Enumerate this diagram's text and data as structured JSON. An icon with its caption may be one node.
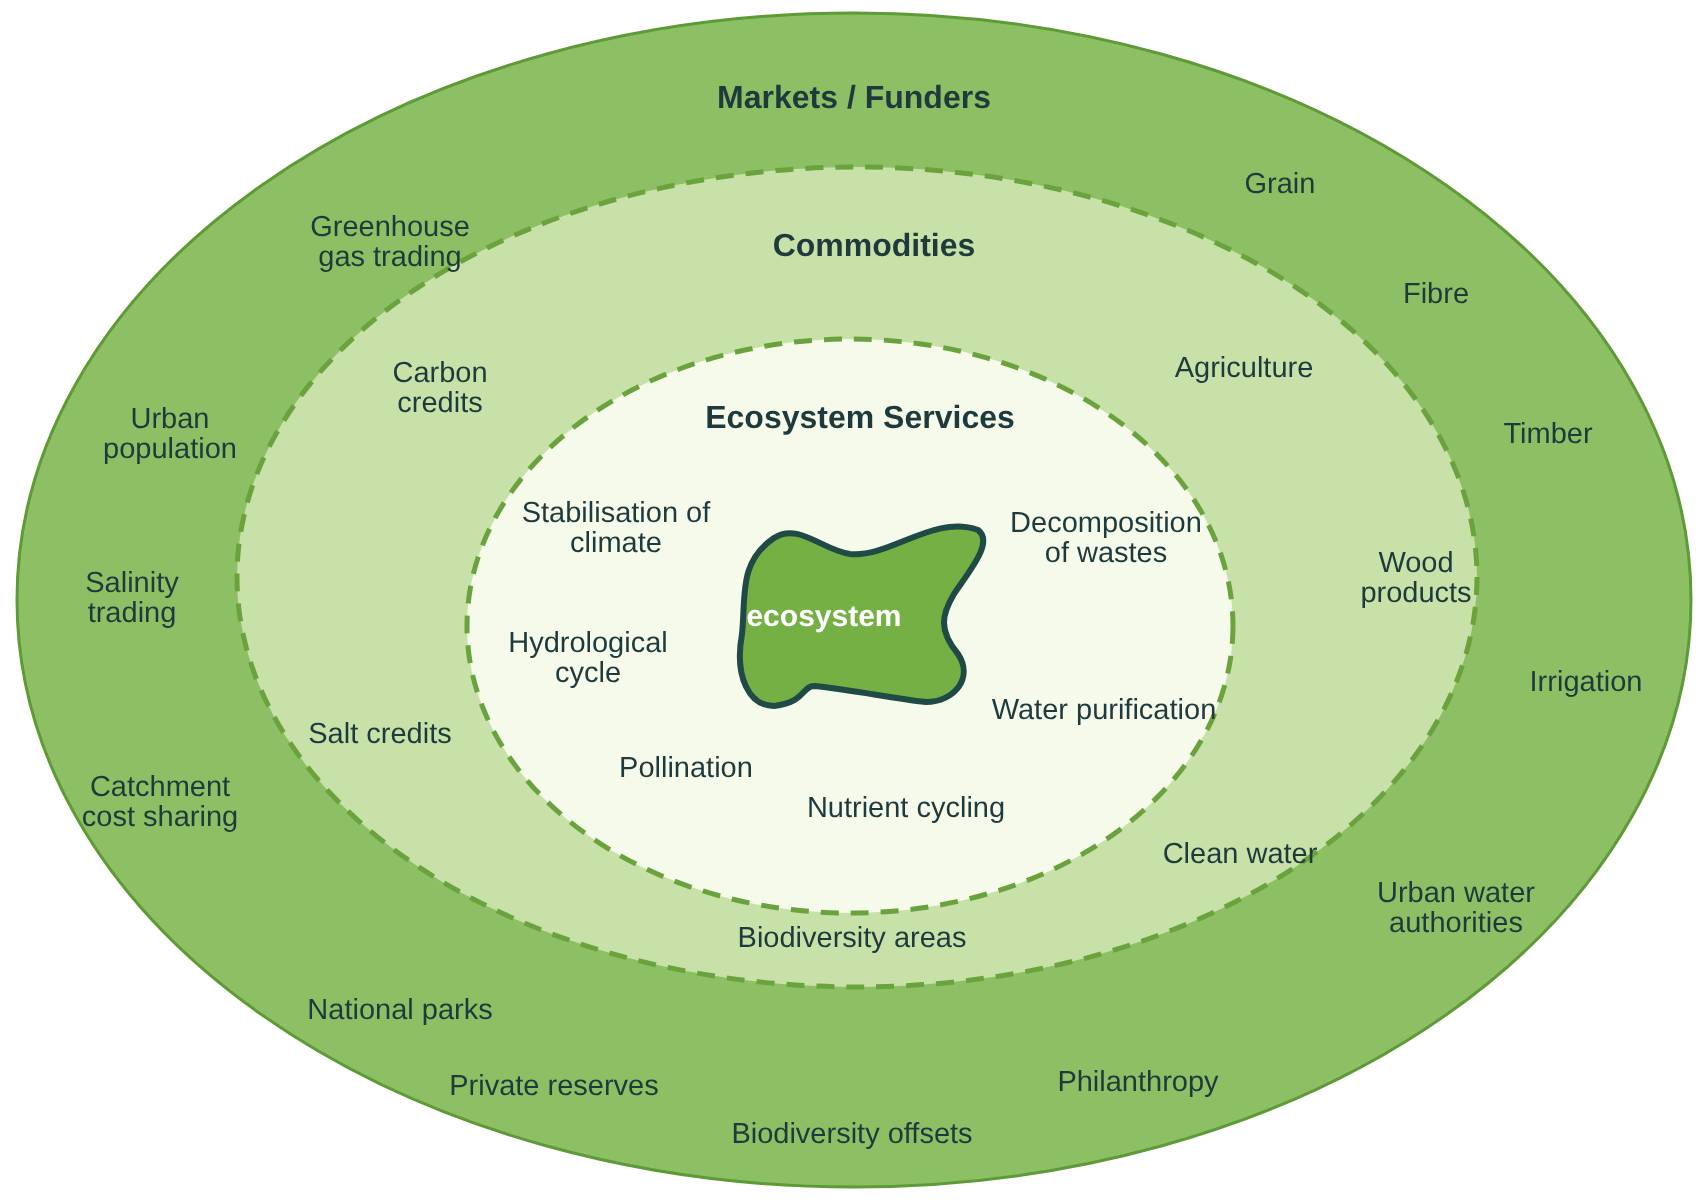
{
  "diagram": {
    "nodes": [
      {
        "text": [
          "Markets / Funders"
        ]
      },
      {
        "text": [
          "Commodities"
        ],
        "in": 0
      },
      {
        "text": [
          "Ecosystem Services"
        ],
        "in": 1
      },
      {
        "text": [
          "ecosystem"
        ],
        "in": 2
      }
    ],
    "labels": [
      "Grain",
      "Greenhouse gas trading",
      "Fibre",
      "Agriculture",
      "Carbon credits",
      "Urban population",
      "Timber",
      "Stabilisation of climate",
      "Decomposition of wastes",
      "Wood products",
      "Salinity trading",
      "Hydrological cycle",
      "Irrigation",
      "Water purification",
      "Salt credits",
      "Pollination",
      "Catchment cost sharing",
      "Nutrient cycling",
      "Clean water",
      "Urban water authorities",
      "Biodiversity areas",
      "National parks",
      "Philanthropy",
      "Private reserves",
      "Biodiversity offsets"
    ]
  }
}
